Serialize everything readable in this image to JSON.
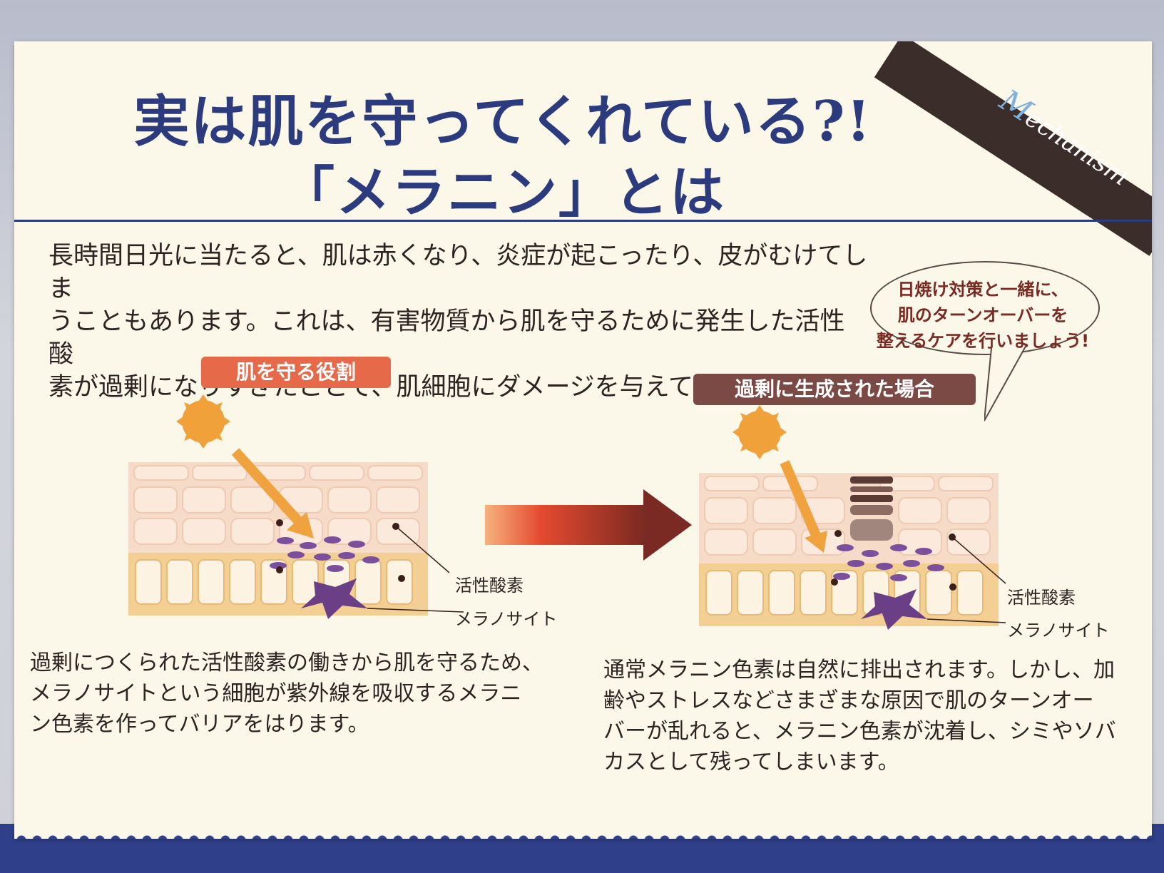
{
  "title": {
    "line1": "実は肌を守ってくれている?!",
    "line2": "「メラニン」とは"
  },
  "ribbon": {
    "first_letter": "M",
    "rest": "echanism"
  },
  "intro": "長時間日光に当たると、肌は赤くなり、炎症が起こったり、皮がむけてしま\nうこともあります。これは、有害物質から肌を守るために発生した活性酸\n素が過剰になりすぎたことで、肌細胞にダメージを与えているためです。",
  "bubble": "日焼け対策と一緒に、\n肌のターンオーバーを\n整えるケアを行いましょう!",
  "left_panel": {
    "heading": "肌を守る役割",
    "label_active_oxygen": "活性酸素",
    "label_melanocyte": "メラノサイト",
    "caption": "過剰につくられた活性酸素の働きから肌を守るため、\nメラノサイトという細胞が紫外線を吸収するメラニ\nン色素を作ってバリアをはります。"
  },
  "right_panel": {
    "heading": "過剰に生成された場合",
    "label_active_oxygen": "活性酸素",
    "label_melanocyte": "メラノサイト",
    "caption": "通常メラニン色素は自然に排出されます。しかし、加\n齢やストレスなどさまざまな原因で肌のターンオー\nバーが乱れると、メラニン色素が沈着し、シミやソバ\nカスとして残ってしまいます。"
  },
  "colors": {
    "title": "#2c3a7e",
    "pill_left": "#e6694a",
    "pill_right": "#7c4a45",
    "sun": "#f1a13a",
    "melanin": "#6a3f86",
    "ribbon": "#3b2d2a"
  }
}
